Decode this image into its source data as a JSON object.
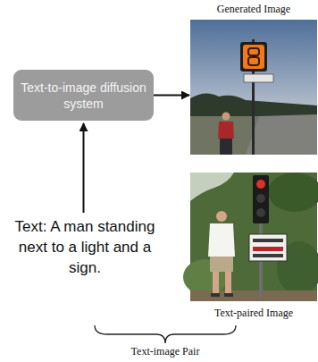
{
  "diagram": {
    "nodes": [
      {
        "text": [
          "Text-to-image diffusion system"
        ]
      },
      {
        "text": [
          "Generated Image"
        ]
      },
      {
        "text": [
          "Text: A man standing next to a light and a sign."
        ]
      },
      {
        "text": [
          "Text-paired Image"
        ]
      }
    ],
    "edges": [
      {
        "from": 2,
        "to": 0,
        "arrow": "to"
      },
      {
        "from": 0,
        "to": 1,
        "arrow": "to"
      }
    ],
    "labels": [
      "Text-image Pair"
    ]
  }
}
